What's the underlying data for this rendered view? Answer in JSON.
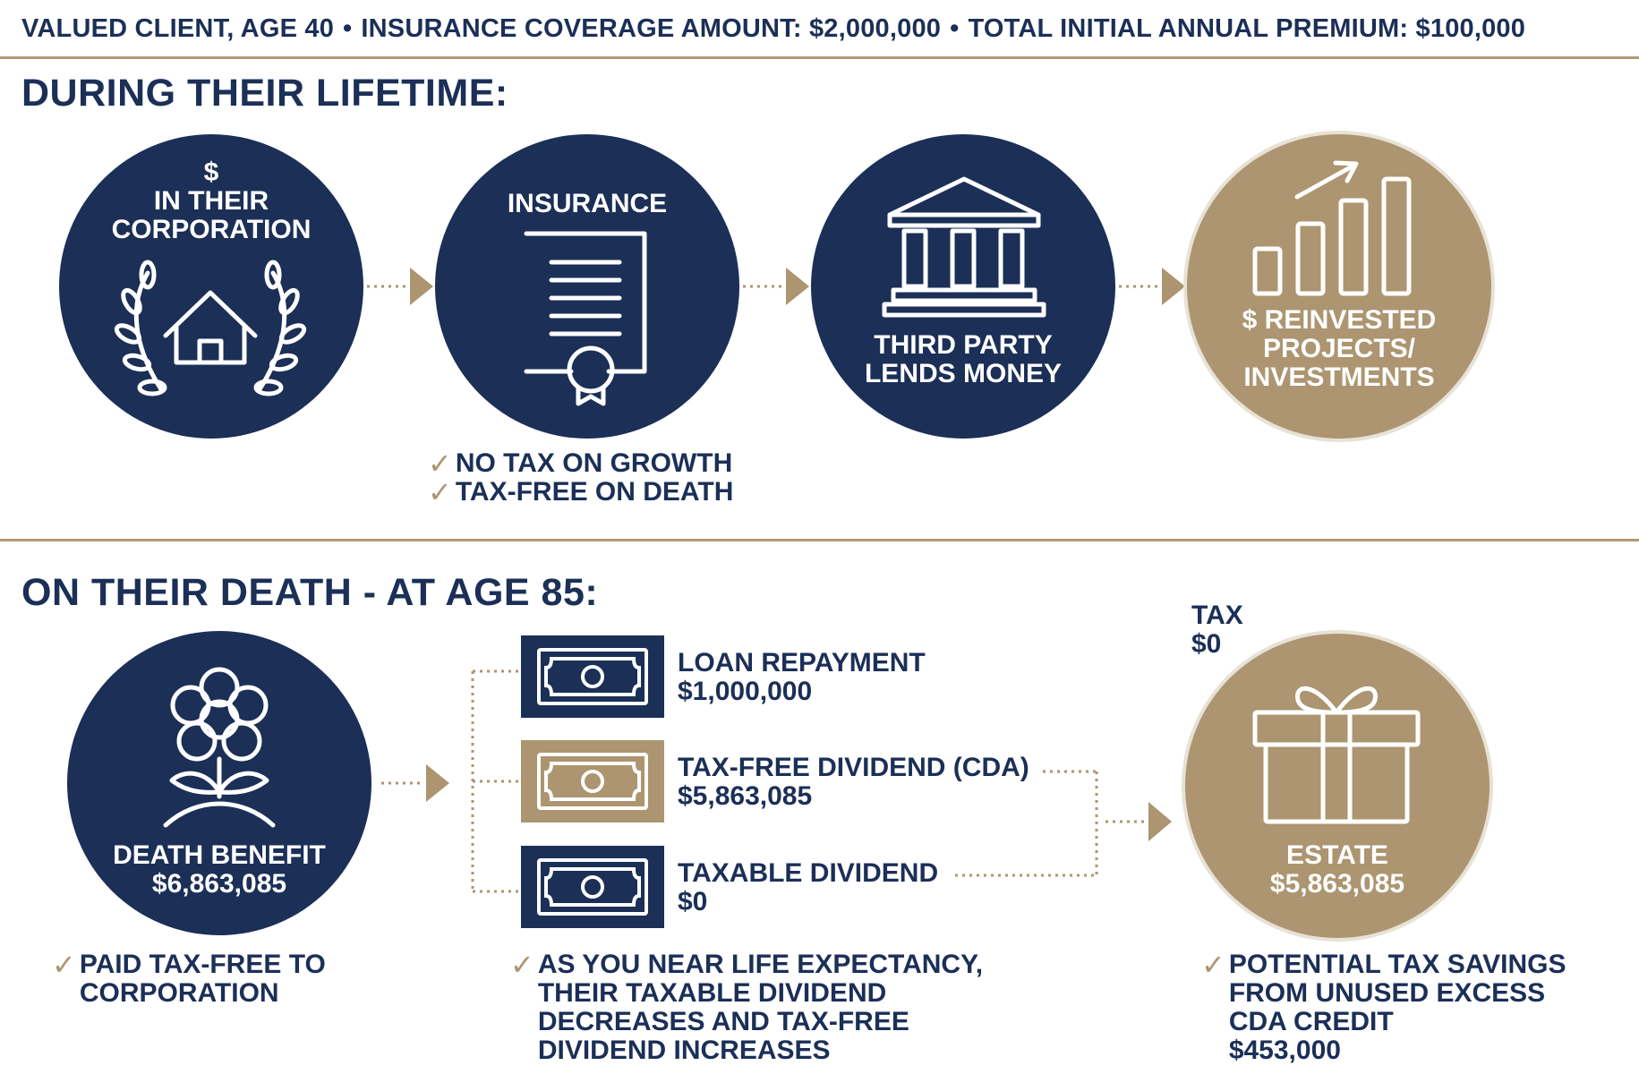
{
  "header": {
    "client": "VALUED CLIENT, AGE 40",
    "coverage": "INSURANCE COVERAGE AMOUNT: $2,000,000",
    "premium": "TOTAL INITIAL ANNUAL PREMIUM:  $100,000",
    "separator": "•"
  },
  "lifetime": {
    "title": "DURING THEIR LIFETIME:",
    "step1": {
      "line1": "$",
      "line2": "IN THEIR",
      "line3": "CORPORATION",
      "icon": "house-laurel-icon"
    },
    "step2": {
      "label": "INSURANCE",
      "icon": "certificate-document-icon"
    },
    "step3": {
      "line1": "THIRD PARTY",
      "line2": "LENDS MONEY",
      "icon": "bank-building-icon"
    },
    "step4": {
      "line1": "$ REINVESTED",
      "line2": "PROJECTS/",
      "line3": "INVESTMENTS",
      "icon": "growth-bar-chart-icon"
    },
    "notes": [
      "NO TAX ON GROWTH",
      "TAX-FREE ON DEATH"
    ]
  },
  "death": {
    "title": "ON THEIR DEATH - AT AGE 85:",
    "benefit": {
      "label": "DEATH BENEFIT",
      "amount": "$6,863,085",
      "icon": "flower-icon"
    },
    "benefit_note": [
      "PAID TAX-FREE TO",
      "CORPORATION"
    ],
    "payouts": [
      {
        "label": "LOAN REPAYMENT",
        "amount": "$1,000,000",
        "style": "navy"
      },
      {
        "label": "TAX-FREE DIVIDEND (CDA)",
        "amount": "$5,863,085",
        "style": "gold"
      },
      {
        "label": "TAXABLE DIVIDEND",
        "amount": "$0",
        "style": "navy"
      }
    ],
    "payout_note": [
      "AS YOU NEAR LIFE EXPECTANCY,",
      "THEIR TAXABLE DIVIDEND",
      "DECREASES AND TAX-FREE",
      "DIVIDEND INCREASES"
    ],
    "tax": {
      "label": "TAX",
      "amount": "$0"
    },
    "estate": {
      "label": "ESTATE",
      "amount": "$5,863,085",
      "icon": "gift-box-icon"
    },
    "estate_note": [
      "POTENTIAL TAX SAVINGS",
      "FROM UNUSED EXCESS",
      "CDA CREDIT",
      "$453,000"
    ]
  },
  "colors": {
    "navy": "#1b2f57",
    "gold": "#ac9570",
    "rule": "#b29a73"
  }
}
